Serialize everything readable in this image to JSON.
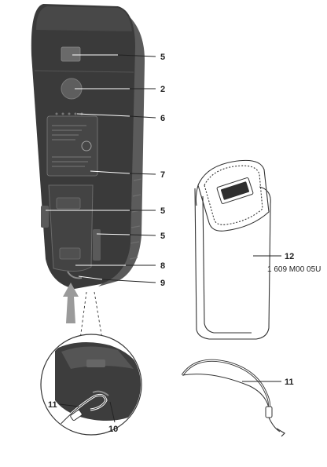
{
  "callouts": {
    "c5a": "5",
    "c2": "2",
    "c6": "6",
    "c7": "7",
    "c5b": "5",
    "c5c": "5",
    "c8": "8",
    "c9": "9",
    "c12": "12",
    "c11a": "11",
    "c11b": "11",
    "c10": "10"
  },
  "pouch": {
    "part_number": "1 609 M00 05U"
  },
  "colors": {
    "device_body": "#3a3a3a",
    "device_edge": "#5b5b5b",
    "pouch_outline": "#333333",
    "arrow_fill": "#9a9a9a",
    "background": "#ffffff"
  }
}
